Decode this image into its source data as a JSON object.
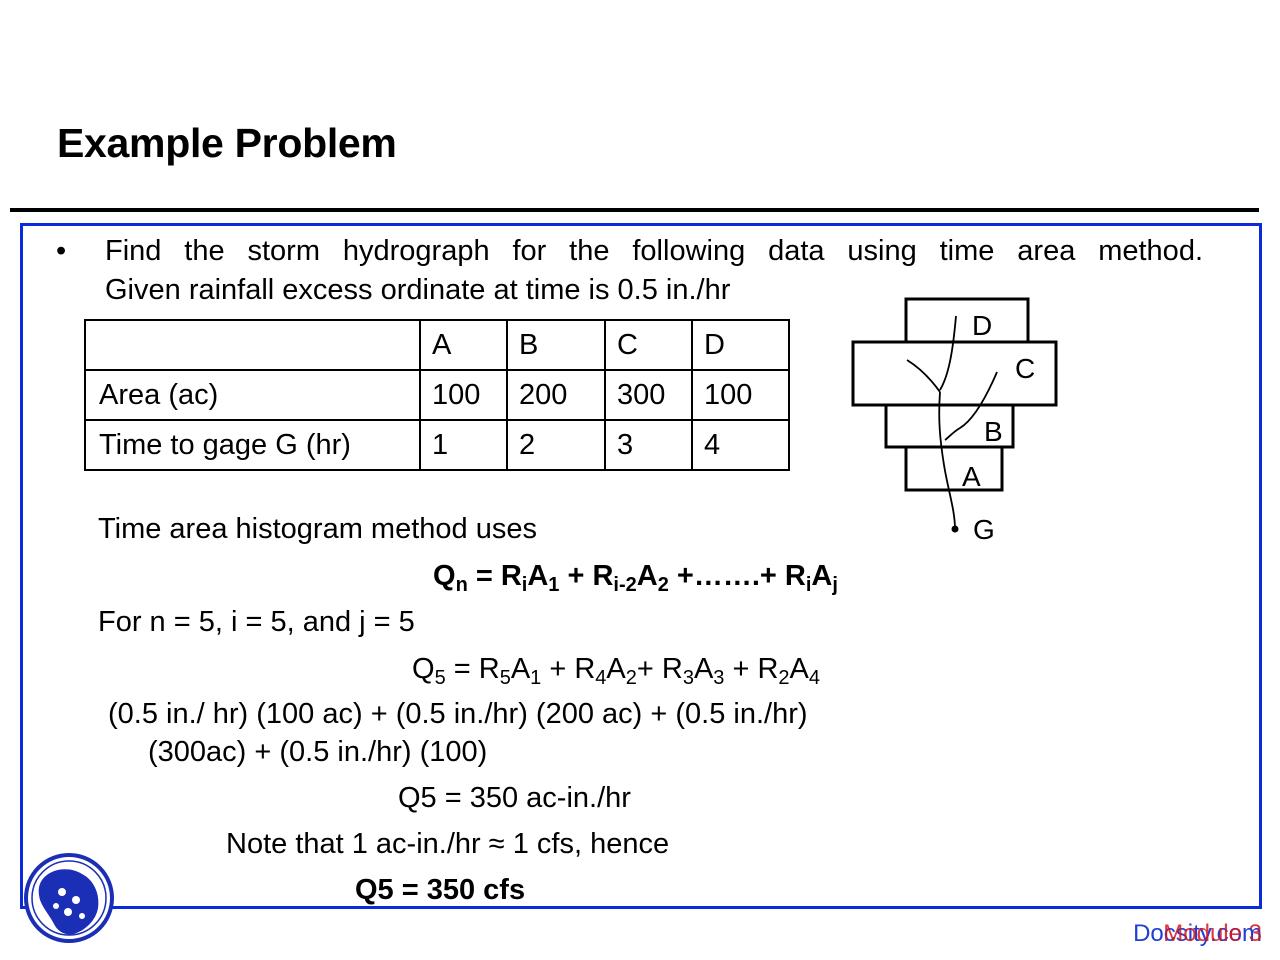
{
  "title": "Example Problem",
  "bullet": "•",
  "intro": {
    "line1": "Find the storm hydrograph for the following data using time area method.",
    "line2": "Given rainfall excess ordinate at time is 0.5 in./hr"
  },
  "table": {
    "header": [
      "",
      "A",
      "B",
      "C",
      "D"
    ],
    "rows": [
      [
        "Area (ac)",
        "100",
        "200",
        "300",
        "100"
      ],
      [
        "Time to gage G (hr)",
        "1",
        "2",
        "3",
        "4"
      ]
    ]
  },
  "diagram": {
    "labels": {
      "d": "D",
      "c": "C",
      "b": "B",
      "a": "A",
      "g": "G"
    }
  },
  "method": {
    "label": "Time area histogram method uses",
    "general": {
      "q": "Q",
      "n": "n",
      "eq": " = R",
      "i1": "i",
      "a": "A",
      "s1": "1",
      "plus1": " + R",
      "im2": "i-2",
      "a2": "A",
      "s2": "2",
      "dots": " +…….+ R",
      "i3": "i",
      "a3": "A",
      "j": "j"
    },
    "n_line": "For n = 5, i = 5, and j = 5",
    "q5": {
      "q": "Q",
      "s5": "5",
      "eq": " = R",
      "r5": "5",
      "a1": "A",
      "s1": "1",
      "p1": " + R",
      "r4": "4",
      "a2": "A",
      "s2": "2",
      "p2": "+ R",
      "r3": "3",
      "a3": "A",
      "s3": "3",
      "p3": " + R",
      "r2": "2",
      "a4": "A",
      "s4": "4"
    },
    "sub1": "(0.5 in./ hr) (100 ac) + (0.5 in./hr) (200 ac) + (0.5 in./hr)",
    "sub2": "(300ac) + (0.5 in./hr) (100)",
    "result": "Q5 = 350 ac-in./hr",
    "note": "Note that 1 ac-in./hr ≈ 1 cfs, hence",
    "final": "Q5 = 350 cfs"
  },
  "footer": {
    "docsity": "Docsity.com",
    "module": "Module 3"
  },
  "colors": {
    "frame": "#0a2bd9",
    "footer_docsity": "#1d3fd4",
    "footer_module": "#d8141c",
    "logo": "#1a2fb5"
  }
}
